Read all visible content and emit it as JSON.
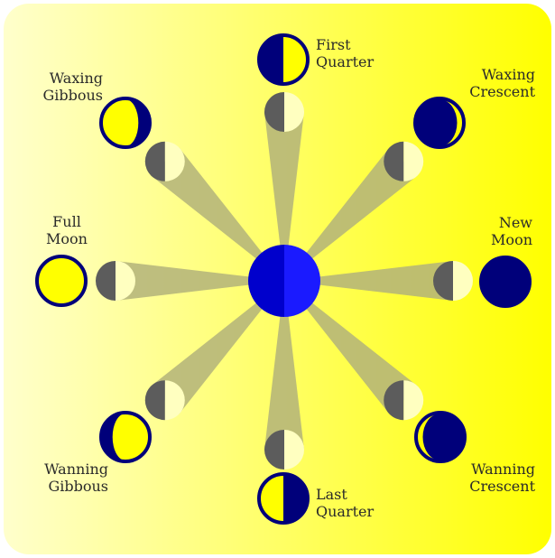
{
  "diagram": {
    "colors": {
      "background_left": "#ffffcc",
      "background_right": "#ffff00",
      "earth_left": "#0000cc",
      "earth_right": "#1a1aff",
      "ray": "#b3b37a",
      "moon_dark": "#5c5c5c",
      "moon_lit": "#ffffc0",
      "icon_dark": "#00007a",
      "icon_lit": "#ffff00"
    },
    "phases": [
      {
        "id": "first-quarter",
        "label_lines": [
          "First",
          "Quarter"
        ],
        "icon": "first-quarter-icon"
      },
      {
        "id": "waxing-crescent",
        "label_lines": [
          "Waxing",
          "Crescent"
        ],
        "icon": "waxing-crescent-icon"
      },
      {
        "id": "new-moon",
        "label_lines": [
          "New",
          "Moon"
        ],
        "icon": "new-moon-icon"
      },
      {
        "id": "wanning-crescent",
        "label_lines": [
          "Wanning",
          "Crescent"
        ],
        "icon": "wanning-crescent-icon"
      },
      {
        "id": "last-quarter",
        "label_lines": [
          "Last",
          "Quarter"
        ],
        "icon": "last-quarter-icon"
      },
      {
        "id": "wanning-gibbous",
        "label_lines": [
          "Wanning",
          "Gibbous"
        ],
        "icon": "wanning-gibbous-icon"
      },
      {
        "id": "full-moon",
        "label_lines": [
          "Full",
          "Moon"
        ],
        "icon": "full-moon-icon"
      },
      {
        "id": "waxing-gibbous",
        "label_lines": [
          "Waxing",
          "Gibbous"
        ],
        "icon": "waxing-gibbous-icon"
      }
    ]
  }
}
